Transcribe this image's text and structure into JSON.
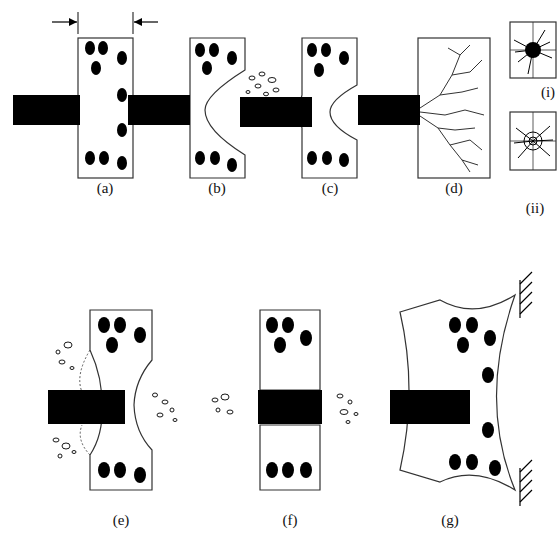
{
  "diagram": {
    "labels": [
      "(a)",
      "(b)",
      "(c)",
      "(d)",
      "(i)",
      "(ii)",
      "(e)",
      "(f)",
      "(g)"
    ]
  }
}
